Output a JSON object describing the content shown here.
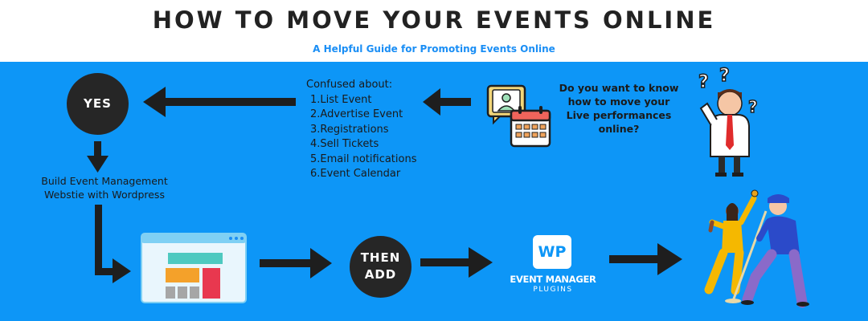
{
  "header": {
    "title": "HOW TO MOVE YOUR EVENTS ONLINE",
    "subtitle": "A Helpful Guide for Promoting Events Online"
  },
  "question": {
    "lines": [
      "Do you want to know",
      "how to move your",
      "Live performances",
      "online?"
    ]
  },
  "confused": {
    "title": "Confused about:",
    "items": [
      "1.List Event",
      "2.Advertise Event",
      "3.Registrations",
      "4.Sell Tickets",
      "5.Email notifications",
      "6.Event Calendar"
    ]
  },
  "yes_label": "YES",
  "build": {
    "lines": [
      "Build Event Management",
      "Webstie with Wordpress"
    ]
  },
  "then_add": [
    "THEN",
    "ADD"
  ],
  "plugin_logo": {
    "badge": "WP",
    "name": "EVENT MANAGER",
    "sub": "PLUGINS"
  },
  "icons": [
    "confused-person-icon",
    "video-call-icon",
    "calendar-icon",
    "website-layout-icon",
    "performers-icon"
  ],
  "colors": {
    "background": "#0d96f7",
    "circle": "#262626",
    "arrow": "#1e1e1e",
    "subtitle": "#1a8ef5"
  }
}
